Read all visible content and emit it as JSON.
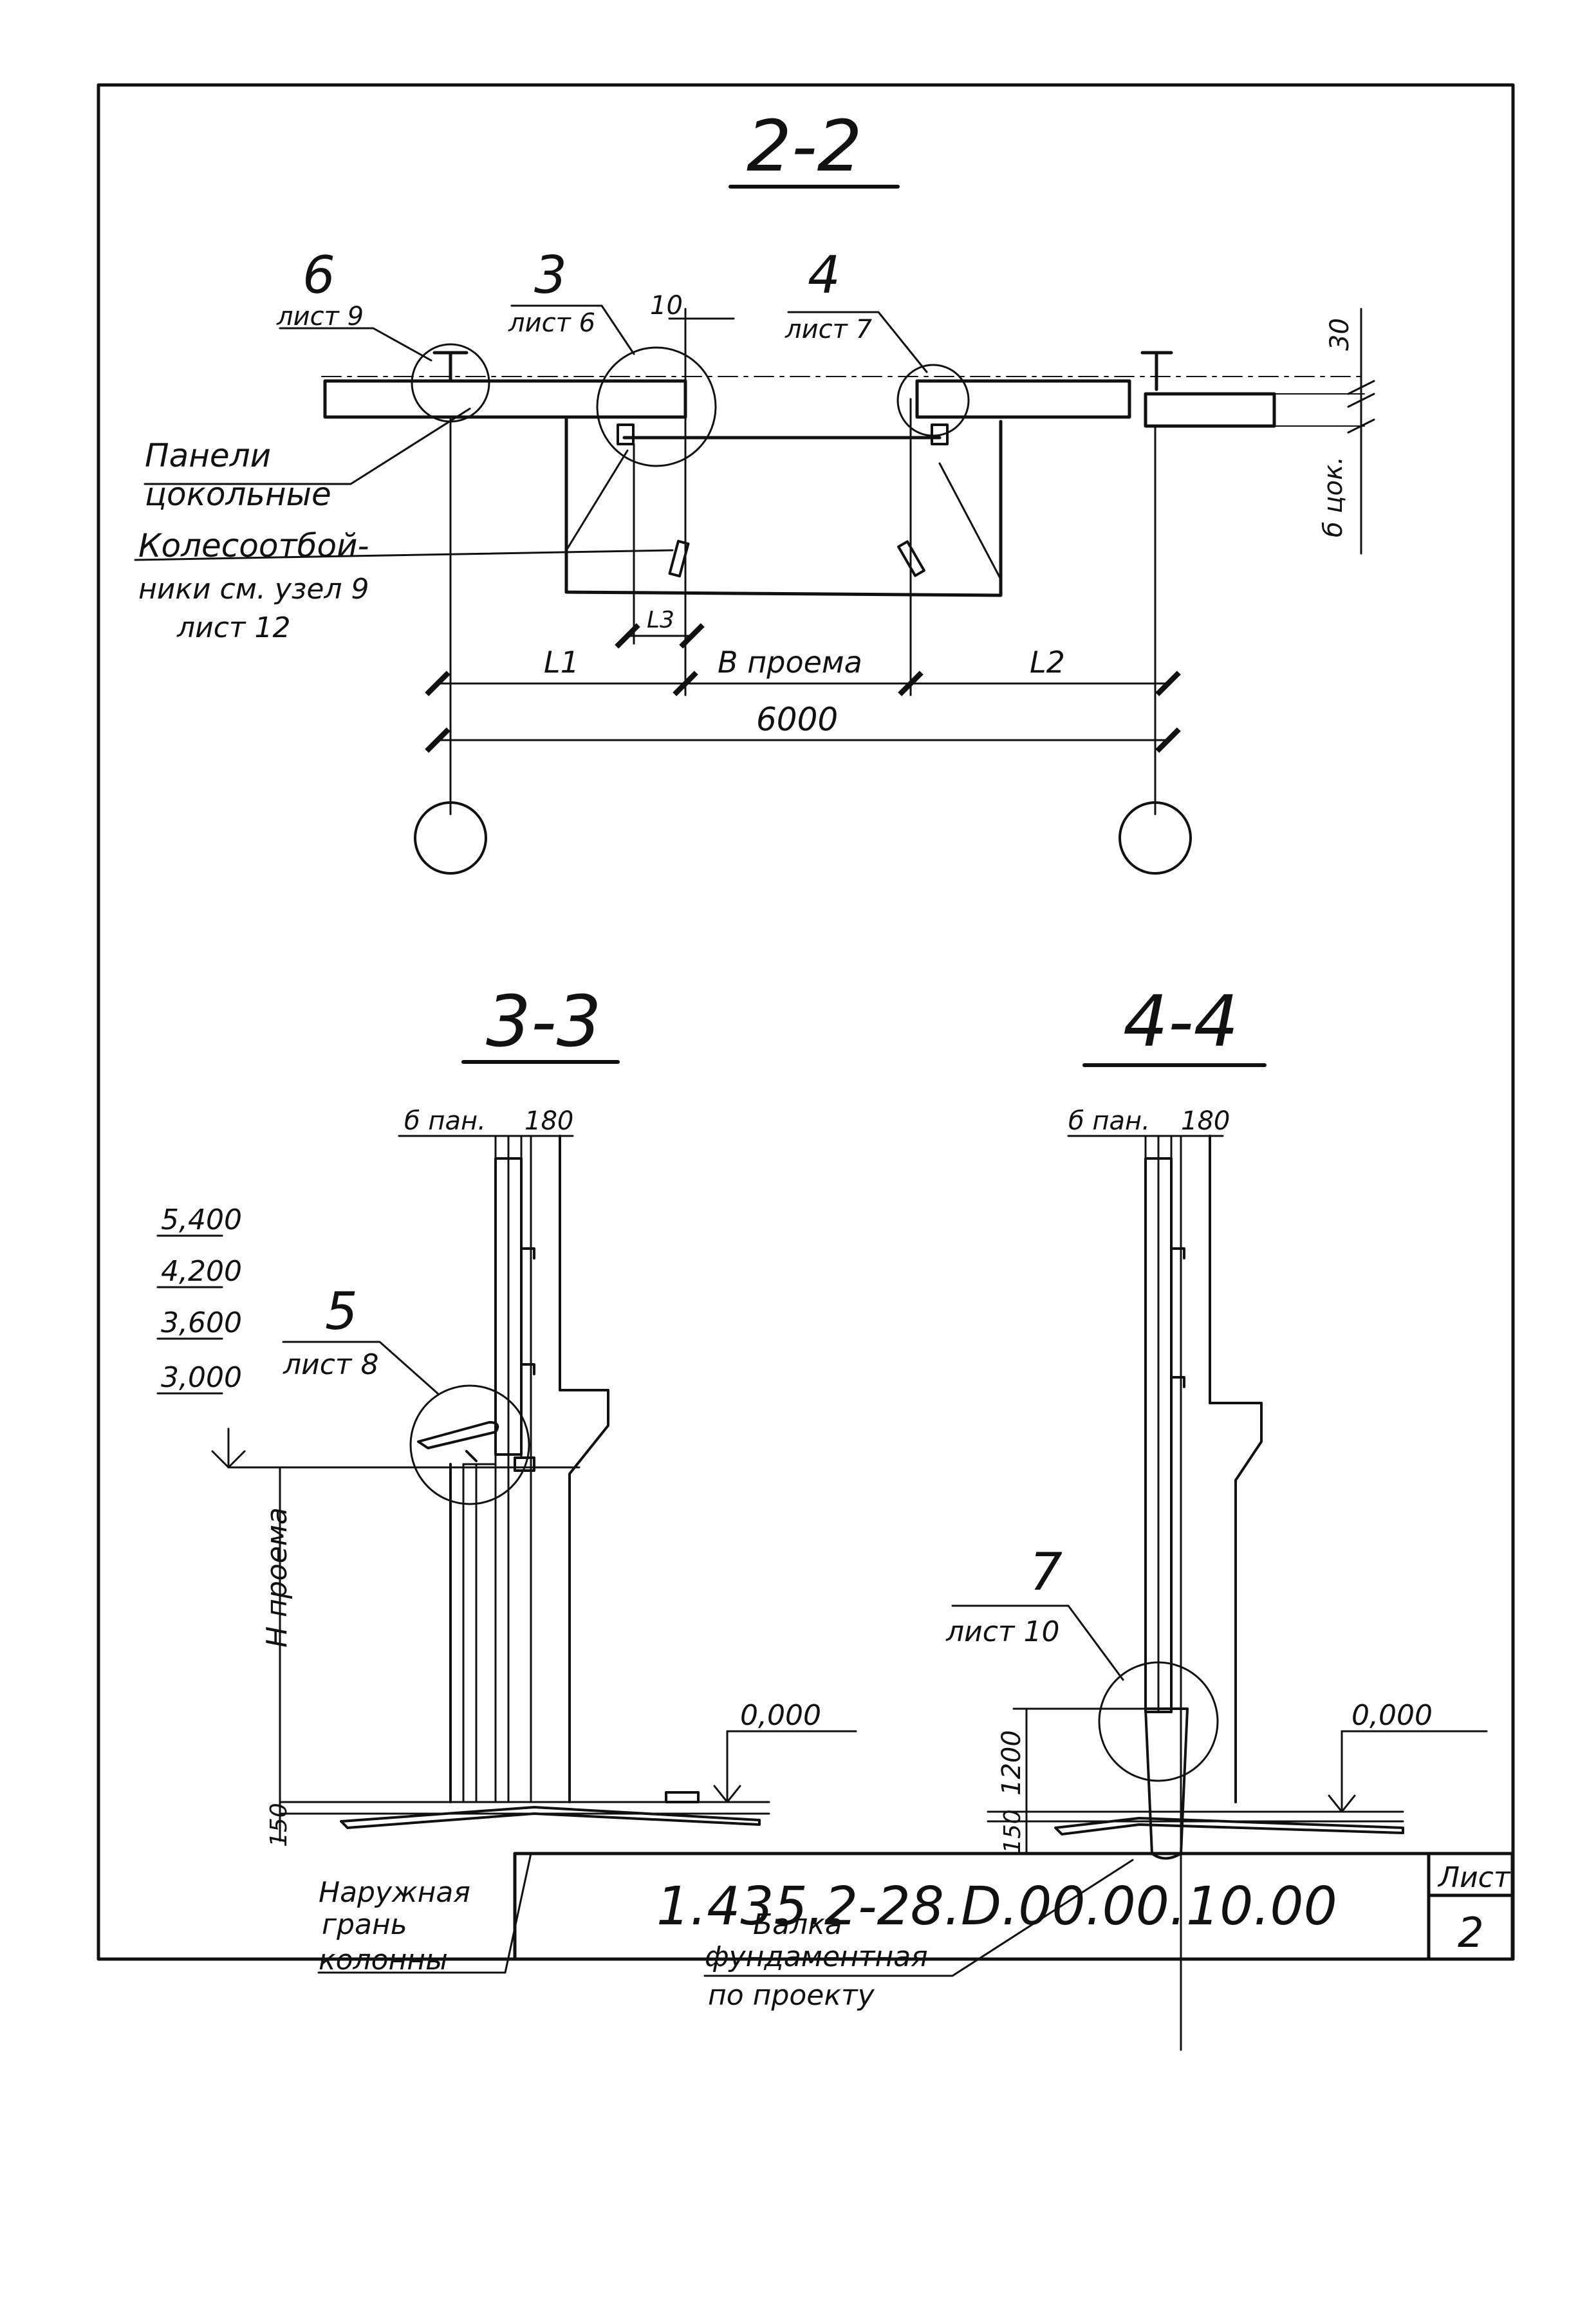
{
  "sections": {
    "s22": "2-2",
    "s33": "3-3",
    "s44": "4-4"
  },
  "callouts": {
    "c6_num": "6",
    "c6_sheet": "лист 9",
    "c3_num": "3",
    "c3_sheet": "лист 6",
    "c4_num": "4",
    "c4_sheet": "лист 7",
    "c5_num": "5",
    "c5_sheet": "лист 8",
    "c7_num": "7",
    "c7_sheet": "лист 10"
  },
  "labels": {
    "panels_1": "Панели",
    "panels_2": "цокольные",
    "wheel_1": "Колесоотбой-",
    "wheel_2": "ники см. узел 9",
    "wheel_3": "лист 12",
    "outer_1": "Наружная",
    "outer_2": "грань",
    "outer_3": "колонны",
    "beam_1": "Балка",
    "beam_2": "фундаментная",
    "beam_3": "по проекту"
  },
  "dimensions": {
    "d10": "10",
    "d30": "30",
    "d_bcok": "б цок.",
    "L1": "L1",
    "B_opening": "B проема",
    "L2": "L2",
    "L3": "L3",
    "d6000": "6000",
    "b_pan": "б пан.",
    "d180": "180",
    "H_opening": "H проема",
    "d150": "150",
    "d1200": "1200"
  },
  "elevations": {
    "e5400": "5,400",
    "e4200": "4,200",
    "e3600": "3,600",
    "e3000": "3,000",
    "zero": "0,000"
  },
  "title_block": {
    "code": "1.435.2-28.D.00.00.10.00",
    "sheet_label": "Лист",
    "sheet_no": "2"
  }
}
